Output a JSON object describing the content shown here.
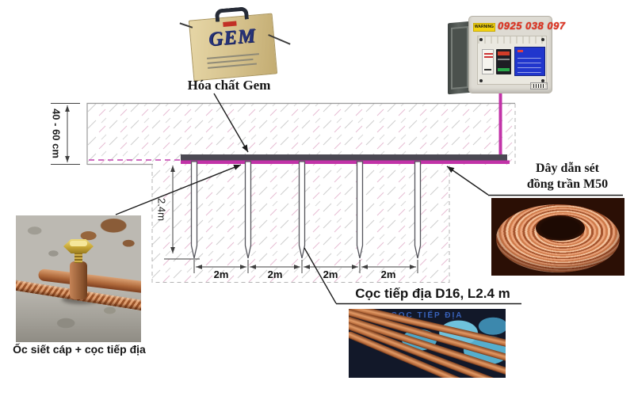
{
  "diagram": {
    "label_gem_chemical": "Hóa chất Gem",
    "label_conductor": [
      "Dây dẫn sét",
      "đồng trần M50"
    ],
    "label_rod": "Cọc tiếp địa D16, L2.4 m",
    "label_clamp": "Ốc siết cáp + cọc tiếp địa",
    "dims": {
      "surface_depth": "40 - 60 cm",
      "rod_depth": "2.4m",
      "rod_spacings": [
        "2m",
        "2m",
        "2m",
        "2m"
      ]
    },
    "rod_count": 5
  },
  "gem_bag": {
    "brand": "GEM"
  },
  "panel_box": {
    "phone_number": "0925 038 097",
    "warning_label": "WARNING"
  },
  "rods_photo": {
    "watermark": "CỌC TIẾP ĐỊA"
  },
  "colors": {
    "wire_magenta": "#c233a8",
    "wire_magenta_hidden": "#d06ec2",
    "busbar_gray": "#4b4953",
    "hatch_gray": "#cfcfcf",
    "hatch_pink": "#e6bcd2",
    "border_gray": "#9a9a9a",
    "phone_red": "#e13422",
    "warning_yellow": "#f2d20f",
    "gem_navy": "#273379",
    "bag_tan": "#d5c18c",
    "copper": "#c97c4e",
    "blue_label": "#2136cd"
  }
}
